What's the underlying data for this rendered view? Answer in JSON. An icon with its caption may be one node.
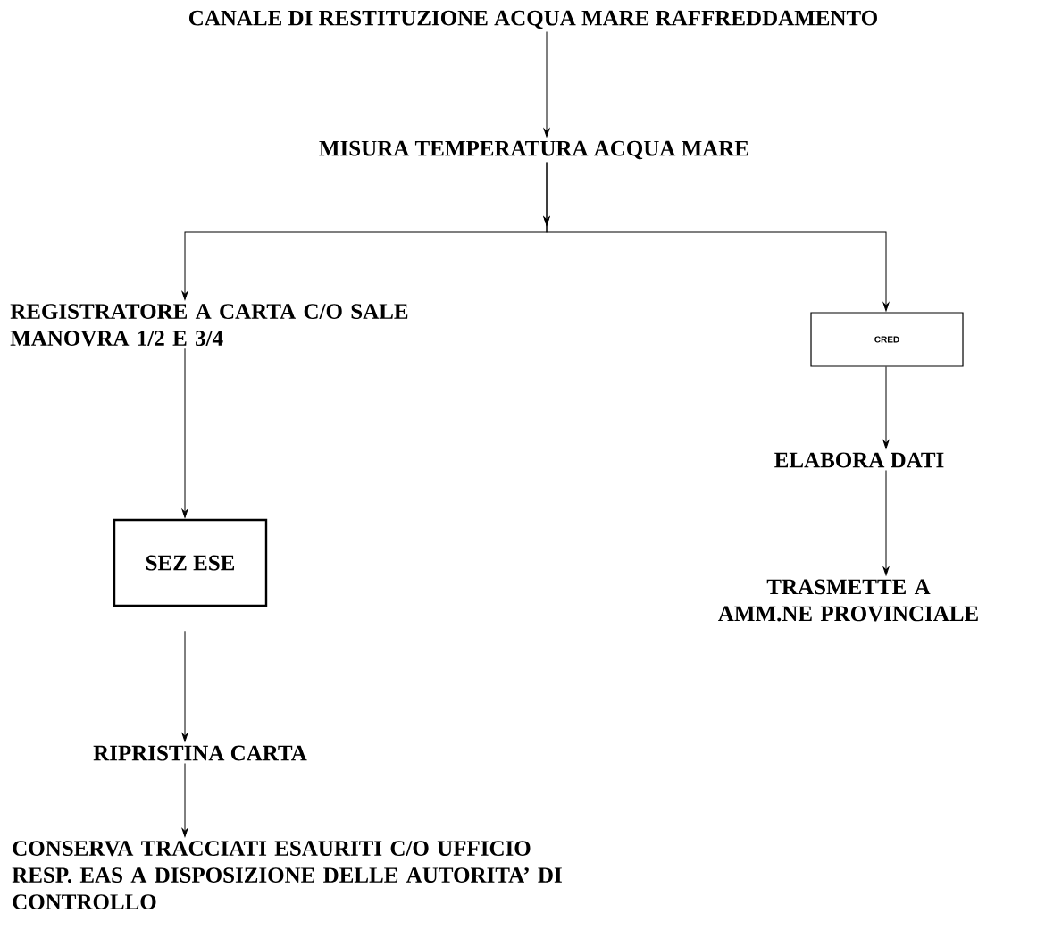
{
  "diagram": {
    "nodes": [
      {
        "text": [
          "CANALE DI RESTITUZIONE ACQUA MARE RAFFREDDAMENTO"
        ]
      },
      {
        "text": [
          "MISURA TEMPERATURA ACQUA MARE"
        ]
      },
      {
        "text": [
          "REGISTRATORE A CARTA C/O SALE MANOVRA 1/2 E 3/4"
        ]
      },
      {
        "text": [
          "CRED"
        ]
      },
      {
        "text": [
          "ELABORA DATI"
        ]
      },
      {
        "text": [
          "TRASMETTE A AMM.NE PROVINCIALE"
        ]
      },
      {
        "text": [
          "SEZ ESE"
        ]
      },
      {
        "text": [
          "RIPRISTINA CARTA"
        ]
      },
      {
        "text": [
          "CONSERVA TRACCIATI ESAURITI C/O UFFICIO RESP. EAS A DISPOSIZIONE DELLE AUTORITA’ DI CONTROLLO"
        ]
      }
    ],
    "edges": [
      {
        "from": 0,
        "to": 1,
        "arrow": "to"
      },
      {
        "from": 1,
        "to": 2,
        "arrow": "to"
      },
      {
        "from": 1,
        "to": 3,
        "arrow": "to"
      },
      {
        "from": 2,
        "to": 6,
        "arrow": "to"
      },
      {
        "from": 6,
        "to": 7,
        "arrow": "to"
      },
      {
        "from": 7,
        "to": 8,
        "arrow": "to"
      },
      {
        "from": 3,
        "to": 4,
        "arrow": "to"
      },
      {
        "from": 4,
        "to": 5,
        "arrow": "to"
      }
    ]
  }
}
